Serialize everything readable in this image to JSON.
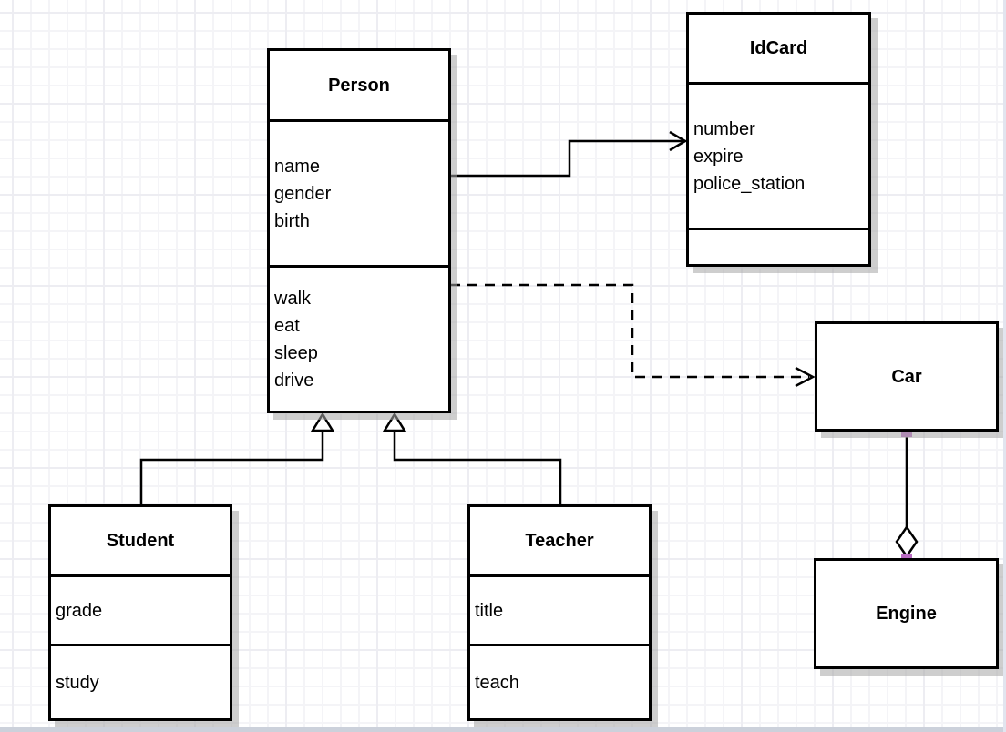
{
  "classes": {
    "person": {
      "title": "Person",
      "attributes": [
        "name",
        "gender",
        "birth"
      ],
      "methods": [
        "walk",
        "eat",
        "sleep",
        "drive"
      ]
    },
    "idcard": {
      "title": "IdCard",
      "attributes": [
        "number",
        "expire",
        "police_station"
      ],
      "methods": []
    },
    "car": {
      "title": "Car"
    },
    "engine": {
      "title": "Engine"
    },
    "student": {
      "title": "Student",
      "attributes": [
        "grade"
      ],
      "methods": [
        "study"
      ]
    },
    "teacher": {
      "title": "Teacher",
      "attributes": [
        "title"
      ],
      "methods": [
        "teach"
      ]
    }
  },
  "relationships": [
    {
      "from": "Person",
      "to": "IdCard",
      "type": "association",
      "line": "solid",
      "arrow": "open"
    },
    {
      "from": "Person",
      "to": "Car",
      "type": "dependency",
      "line": "dashed",
      "arrow": "open"
    },
    {
      "from": "Student",
      "to": "Person",
      "type": "generalization",
      "line": "solid",
      "arrow": "hollow-triangle"
    },
    {
      "from": "Teacher",
      "to": "Person",
      "type": "generalization",
      "line": "solid",
      "arrow": "hollow-triangle"
    },
    {
      "from": "Car",
      "to": "Engine",
      "type": "aggregation",
      "line": "solid",
      "arrow": "hollow-diamond",
      "endpoint_handles": "purple-squares"
    }
  ],
  "colors": {
    "stroke": "#000000",
    "box_fill": "#ffffff",
    "box_shadow": "#a5a5a5",
    "grid_line": "#f4f4f7",
    "grid_line_major": "#ededf2",
    "endpoint_handle": "#b96bc2",
    "bottom_bar": "#ccd1db"
  }
}
